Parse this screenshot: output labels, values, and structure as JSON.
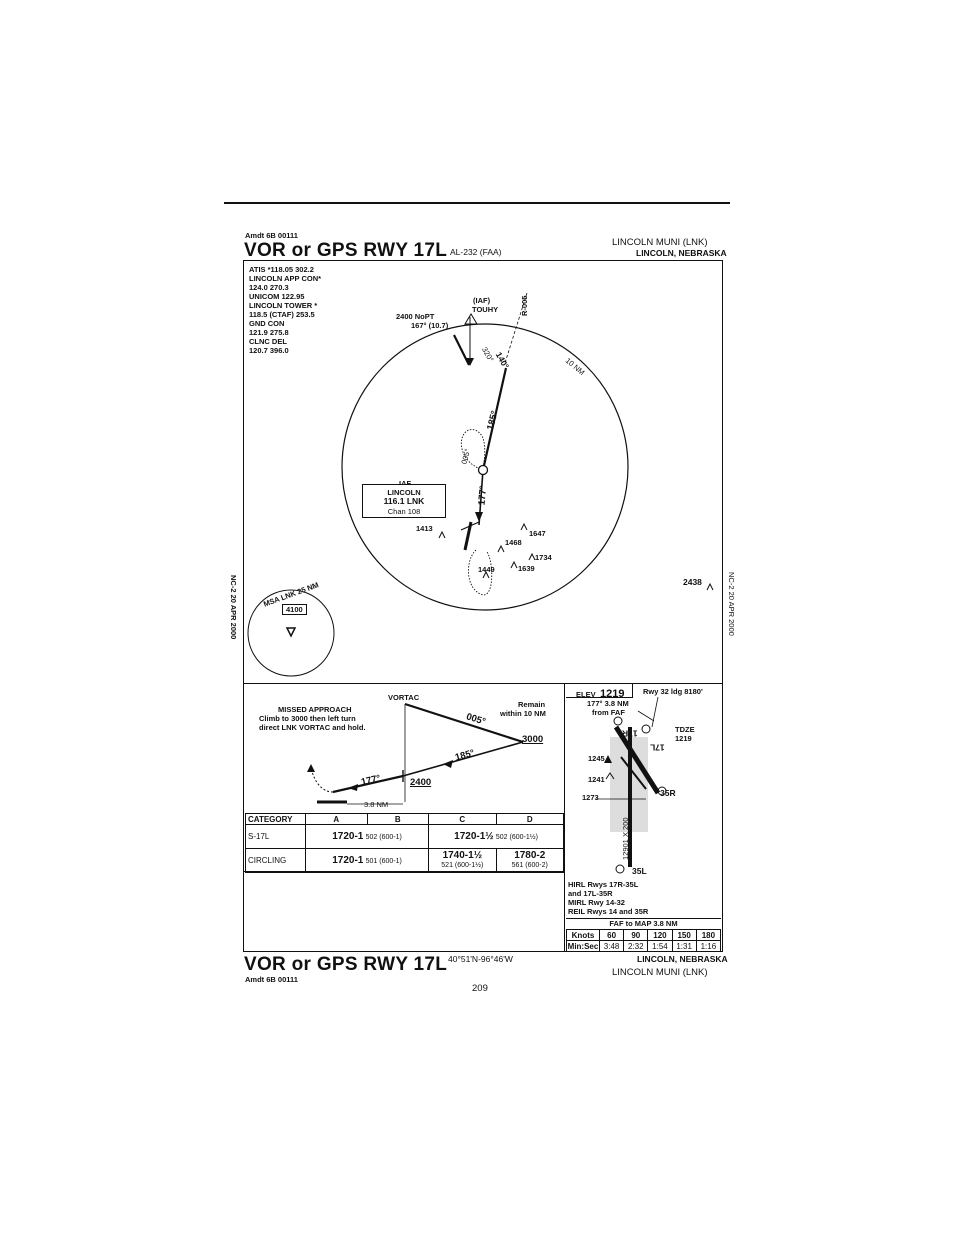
{
  "header": {
    "amdt": "Amdt 6B  00111",
    "title": "VOR or GPS RWY 17L",
    "al": "AL-232  (FAA)",
    "airport": "LINCOLN MUNI (LNK)",
    "city": "LINCOLN, NEBRASKA"
  },
  "comms": [
    "ATIS *118.05 302.2",
    "LINCOLN APP CON*",
    "124.0 270.3",
    "UNICOM 122.95",
    "LINCOLN TOWER *",
    "118.5 (CTAF) 253.5",
    "GND CON",
    "121.9 275.8",
    "CLNC DEL",
    "120.7 396.0"
  ],
  "plan": {
    "noPT": "2400 NoPT",
    "noPT_course": "167° (10.7)",
    "iaf_touhy_label": "(IAF)",
    "touhy": "TOUHY",
    "radial": "R-005",
    "course_140": "140°",
    "course_320": "320°",
    "course_185": "185°",
    "course_005": "005°",
    "course_177": "177°",
    "ring": "10 NM",
    "iaf2": "IAF",
    "vortac_name": "LINCOLN",
    "vortac_freq": "116.1 LNK",
    "vortac_chan": "Chan 108",
    "elevations": [
      "1413",
      "1647",
      "1468",
      "1734",
      "1639",
      "1449",
      "2438"
    ],
    "msa": "MSA LNK 25 NM",
    "msa_alt": "4100",
    "side_date": "NC-2  20 APR 2000"
  },
  "profile": {
    "missed_title": "MISSED APPROACH",
    "missed_1": "Climb to 3000 then left turn",
    "missed_2": "direct LNK VORTAC and hold.",
    "vortac": "VORTAC",
    "remain_1": "Remain",
    "remain_2": "within 10 NM",
    "c005": "005°",
    "c185": "185°",
    "c177": "177°",
    "alt3000": "3000",
    "alt2400": "2400",
    "dist": "3.8 NM"
  },
  "minimums": {
    "headers": [
      "CATEGORY",
      "A",
      "B",
      "C",
      "D"
    ],
    "s17l_label": "S-17L",
    "s17l_ab": "1720-1",
    "s17l_ab_sub": "502 (600-1)",
    "s17l_cd": "1720-1½",
    "s17l_cd_sub": "502 (600-1½)",
    "circ_label": "CIRCLING",
    "circ_ab": "1720-1",
    "circ_ab_sub": "501 (600-1)",
    "circ_c": "1740-1½",
    "circ_c_sub": "521 (600-1½)",
    "circ_d": "1780-2",
    "circ_d_sub": "561 (600-2)"
  },
  "airport": {
    "elev_label": "ELEV",
    "elev": "1219",
    "rwy32": "Rwy 32 ldg 8180'",
    "faf_1": "177° 3.8 NM",
    "faf_2": "from FAF",
    "tdze_label": "TDZE",
    "tdze": "1219",
    "e1245": "1245",
    "e1241": "1241",
    "e1273": "1273",
    "r17r": "17R",
    "r17l": "17L",
    "r35r": "35R",
    "r35l": "35L",
    "len": "12901 X 200",
    "lights_1": "HIRL Rwys 17R-35L",
    "lights_2": "and 17L-35R",
    "lights_3": "MIRL Rwy 14-32",
    "lights_4": "REIL Rwys 14 and 35R"
  },
  "speeds": {
    "title": "FAF to MAP 3.8 NM",
    "knots_label": "Knots",
    "knots": [
      "60",
      "90",
      "120",
      "150",
      "180"
    ],
    "min_label": "Min:Sec",
    "times": [
      "3:48",
      "2:32",
      "1:54",
      "1:31",
      "1:16"
    ]
  },
  "footer": {
    "title": "VOR or GPS RWY 17L",
    "coords": "40°51'N-96°46'W",
    "city": "LINCOLN, NEBRASKA",
    "amdt": "Amdt 6B  00111",
    "airport": "LINCOLN MUNI (LNK)",
    "page": "209"
  }
}
